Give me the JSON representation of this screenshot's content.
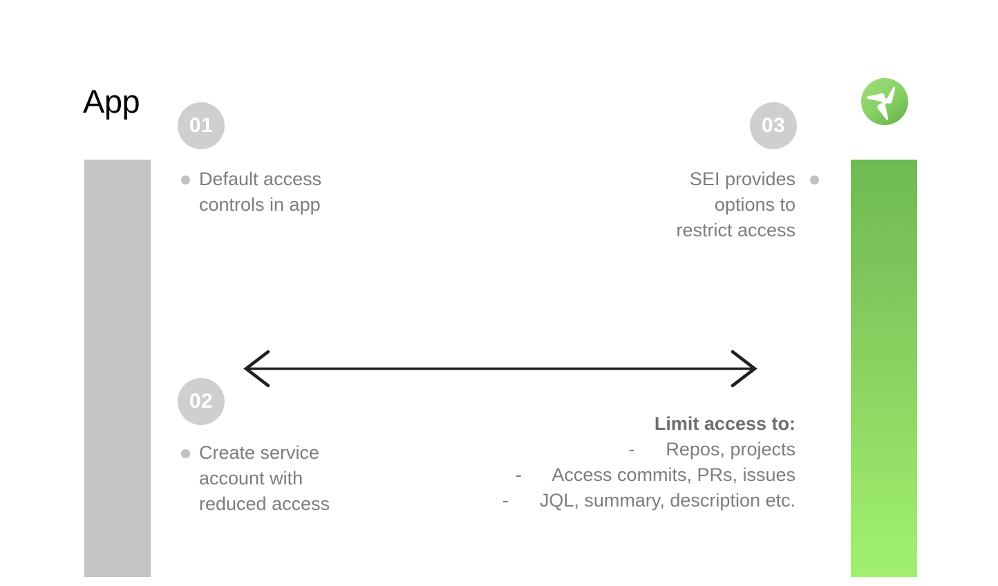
{
  "slide": {
    "title": "App",
    "background_color": "#ffffff"
  },
  "logo": {
    "name": "harness-propeller-logo",
    "circle_color_top": "#96d96f",
    "circle_color_bottom": "#6fbb53",
    "blade_color": "#ffffff"
  },
  "bars": {
    "left": {
      "label": "app-side-bar",
      "color": "#c4c4c4"
    },
    "right": {
      "label": "sei-side-bar",
      "gradient_top": "#6fbb53",
      "gradient_bottom": "#a0f06e"
    }
  },
  "steps": [
    {
      "number": "01",
      "align": "left",
      "lines": [
        "Default access",
        "controls in app"
      ]
    },
    {
      "number": "02",
      "align": "left",
      "lines": [
        "Create service",
        "account with",
        "reduced access"
      ]
    },
    {
      "number": "03",
      "align": "right",
      "lines": [
        "SEI provides",
        "options to",
        "restrict access"
      ]
    }
  ],
  "arrow": {
    "name": "double-headed-arrow",
    "color": "#231f20",
    "direction": "bidirectional"
  },
  "limit_access": {
    "heading": "Limit access to:",
    "items": [
      "-      Repos, projects",
      "-      Access commits, PRs, issues",
      "-      JQL, summary, description etc."
    ]
  },
  "colors": {
    "badge_background": "#cfcfcf",
    "badge_text": "#ffffff",
    "body_text": "#7d7d7d",
    "title_text": "#000000",
    "bullet_dot": "#c0c0c0"
  }
}
